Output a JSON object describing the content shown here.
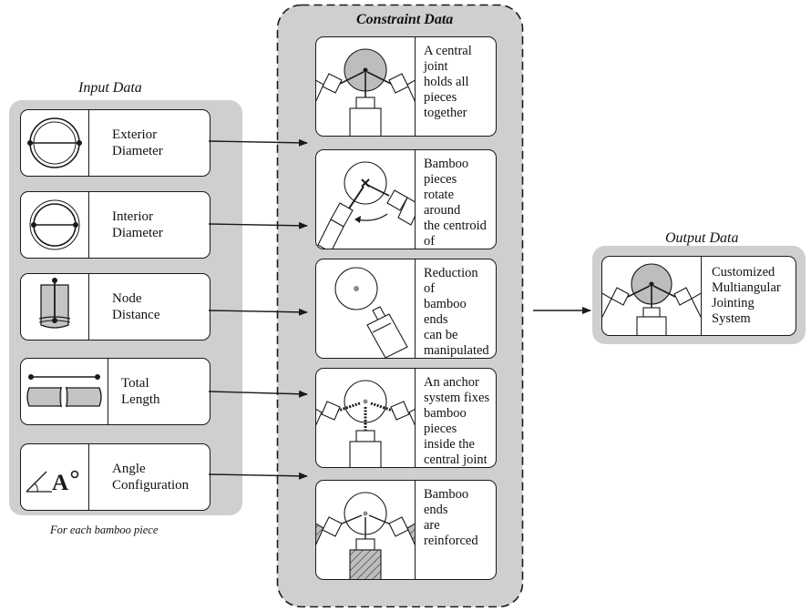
{
  "input": {
    "title": "Input Data",
    "caption": "For each bamboo piece",
    "items": [
      {
        "label": "Exterior\nDiameter",
        "icon": "exterior-diameter-icon"
      },
      {
        "label": "Interior\nDiameter",
        "icon": "interior-diameter-icon"
      },
      {
        "label": "Node\nDistance",
        "icon": "node-distance-icon"
      },
      {
        "label": "Total\nLength",
        "icon": "total-length-icon"
      },
      {
        "label": "Angle\nConfiguration",
        "icon": "angle-icon",
        "symbol": "A"
      }
    ]
  },
  "constraint": {
    "title": "Constraint Data",
    "items": [
      {
        "label": "A central joint\nholds all\npieces together",
        "icon": "central-joint-icon"
      },
      {
        "label": "Bamboo pieces\nrotate around\nthe centroid of\nthe joint",
        "icon": "rotation-icon"
      },
      {
        "label": "Reduction of\nbamboo ends\ncan be\nmanipulated",
        "icon": "reduction-icon"
      },
      {
        "label": "An anchor\nsystem fixes\nbamboo pieces\ninside the\ncentral joint",
        "icon": "anchor-system-icon"
      },
      {
        "label": "Bamboo ends\nare reinforced",
        "icon": "reinforced-ends-icon"
      }
    ]
  },
  "output": {
    "title": "Output Data",
    "label": "Customized\nMultiangular\nJointing\nSystem",
    "icon": "jointing-system-icon"
  },
  "colors": {
    "panel": "#cfcfcf",
    "stroke": "#1a1a1a",
    "joint_fill": "#bdbdbd"
  }
}
